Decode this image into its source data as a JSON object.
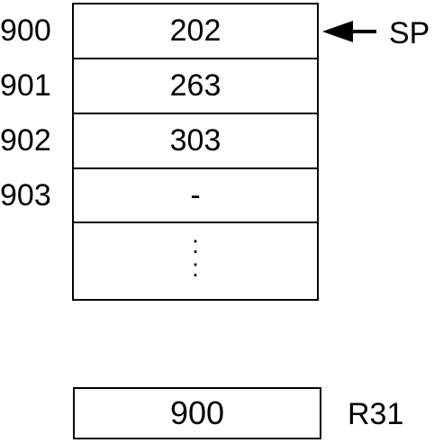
{
  "memory": {
    "rows": [
      {
        "address": "900",
        "value": "202"
      },
      {
        "address": "901",
        "value": "263"
      },
      {
        "address": "902",
        "value": "303"
      },
      {
        "address": "903",
        "value": "-"
      }
    ],
    "continuation": ":",
    "pointer_label": "SP"
  },
  "register": {
    "name": "R31",
    "value": "900"
  }
}
